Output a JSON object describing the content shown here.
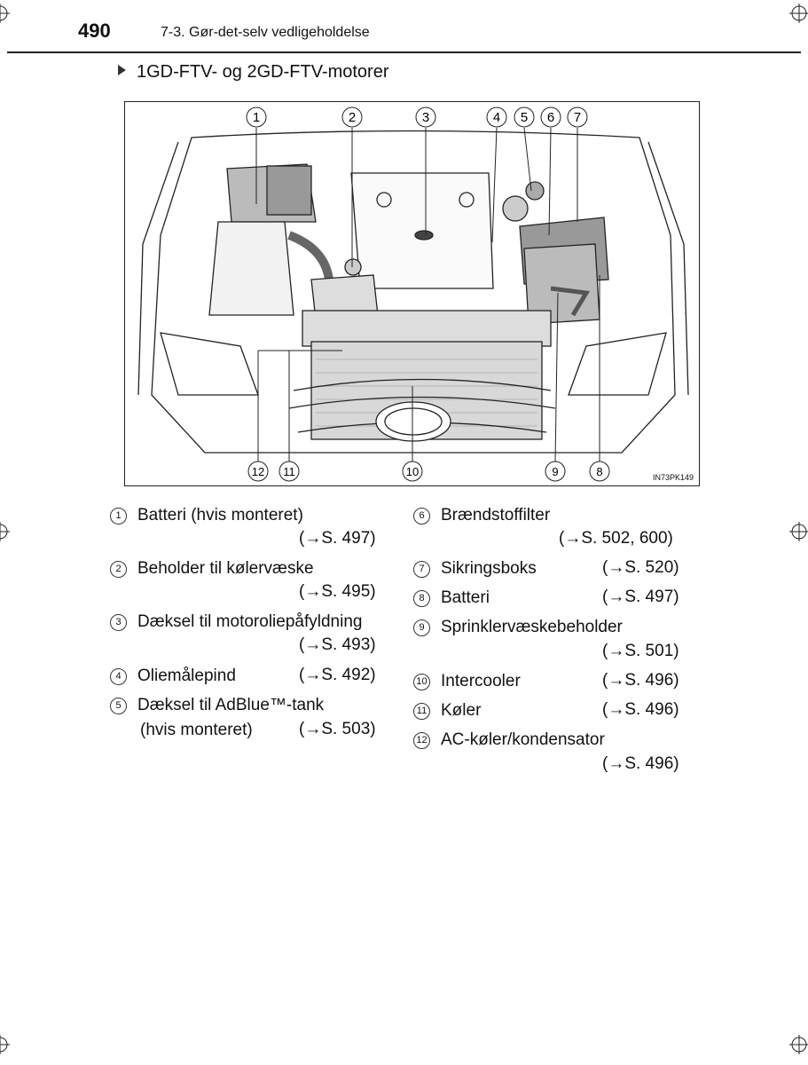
{
  "header": {
    "page_number": "490",
    "chapter": "7-3. Gør-det-selv vedligeholdelse"
  },
  "section_title": "1GD-FTV- og 2GD-FTV-motorer",
  "figure": {
    "code": "IN73PK149",
    "callouts_top": [
      "1",
      "2",
      "3",
      "4",
      "5",
      "6",
      "7"
    ],
    "callouts_bottom": [
      "12",
      "11",
      "10",
      "9",
      "8"
    ]
  },
  "legend_left": [
    {
      "num": "1",
      "label": "Batteri (hvis monteret)",
      "ref": "(→S. 497)"
    },
    {
      "num": "2",
      "label": "Beholder til kølervæske",
      "ref": "(→S. 495)"
    },
    {
      "num": "3",
      "label": "Dæksel til motoroliepåfyldning",
      "ref": "(→S. 493)"
    },
    {
      "num": "4",
      "label": "Oliemålepind",
      "ref": "(→S. 492)"
    },
    {
      "num": "5",
      "label": "Dæksel til AdBlue™-tank",
      "label2": "(hvis monteret)",
      "ref": "(→S. 503)"
    }
  ],
  "legend_right": [
    {
      "num": "6",
      "label": "Brændstoffilter",
      "ref": "(→S. 502, 600)"
    },
    {
      "num": "7",
      "label": "Sikringsboks",
      "ref": "(→S. 520)"
    },
    {
      "num": "8",
      "label": "Batteri",
      "ref": "(→S. 497)"
    },
    {
      "num": "9",
      "label": "Sprinklervæskebeholder",
      "ref": "(→S. 501)"
    },
    {
      "num": "10",
      "label": "Intercooler",
      "ref": "(→S. 496)"
    },
    {
      "num": "11",
      "label": "Køler",
      "ref": "(→S. 496)"
    },
    {
      "num": "12",
      "label": "AC-køler/kondensator",
      "ref": "(→S. 496)"
    }
  ]
}
